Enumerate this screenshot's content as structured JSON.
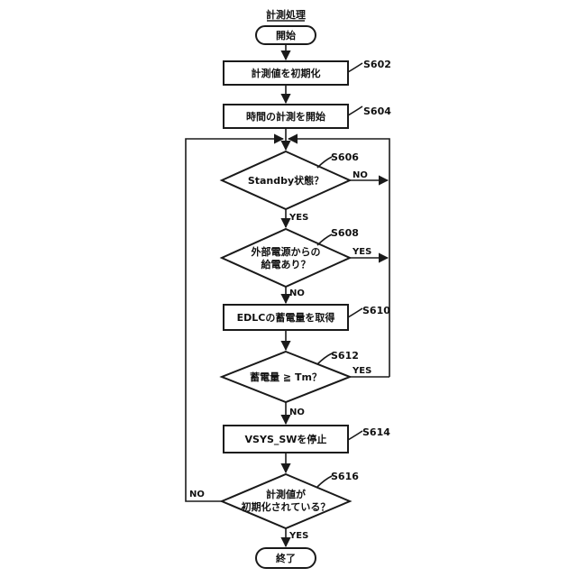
{
  "title": "計測処理",
  "nodes": {
    "start": {
      "label": "開始"
    },
    "s602": {
      "label": "計測値を初期化",
      "step": "S602"
    },
    "s604": {
      "label": "時間の計測を開始",
      "step": "S604"
    },
    "s606": {
      "label": "Standby状態？",
      "step": "S606"
    },
    "s608": {
      "line1": "外部電源からの",
      "line2": "給電あり？",
      "step": "S608"
    },
    "s610": {
      "label": "EDLCの蓄電量を取得",
      "step": "S610"
    },
    "s612": {
      "label": "蓄電量 ≧ Tm？",
      "step": "S612"
    },
    "s614": {
      "label": "VSYS_SWを停止",
      "step": "S614"
    },
    "s616": {
      "line1": "計測値が",
      "line2": "初期化されている？",
      "step": "S616"
    },
    "end": {
      "label": "終了"
    }
  },
  "branches": {
    "s606_no": "NO",
    "s606_yes": "YES",
    "s608_yes": "YES",
    "s608_no": "NO",
    "s612_yes": "YES",
    "s612_no": "NO",
    "s616_no": "NO",
    "s616_yes": "YES"
  },
  "colors": {
    "stroke": "#1a1a1a",
    "fill": "#ffffff",
    "text": "#111111"
  }
}
